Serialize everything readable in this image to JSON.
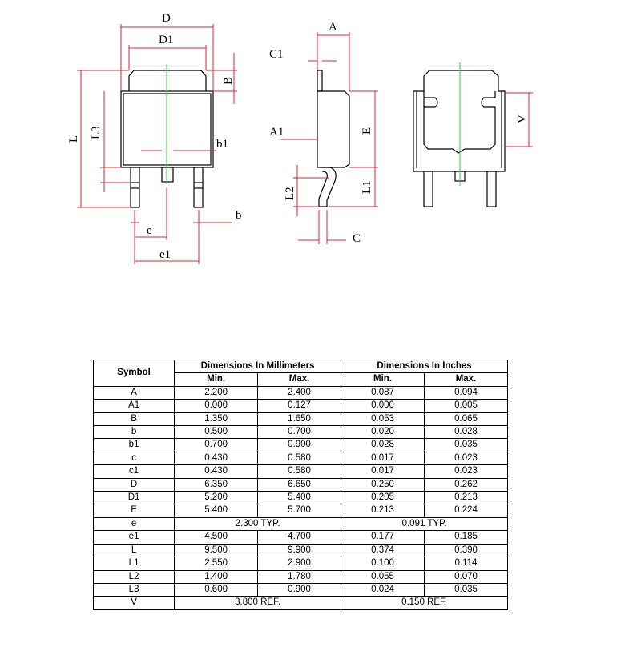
{
  "labels": {
    "D": "D",
    "D1": "D1",
    "B": "B",
    "L": "L",
    "L3": "L3",
    "b1": "b1",
    "b": "b",
    "e": "e",
    "e1": "e1",
    "A": "A",
    "C1": "C1",
    "A1": "A1",
    "E": "E",
    "L1": "L1",
    "L2": "L2",
    "C": "C",
    "V": "V"
  },
  "table": {
    "symbol_header": "Symbol",
    "mm_header": "Dimensions In Millimeters",
    "in_header": "Dimensions In Inches",
    "min_label": "Min.",
    "max_label": "Max.",
    "rows": [
      {
        "symbol": "A",
        "mm_min": "2.200",
        "mm_max": "2.400",
        "in_min": "0.087",
        "in_max": "0.094"
      },
      {
        "symbol": "A1",
        "mm_min": "0.000",
        "mm_max": "0.127",
        "in_min": "0.000",
        "in_max": "0.005"
      },
      {
        "symbol": "B",
        "mm_min": "1.350",
        "mm_max": "1.650",
        "in_min": "0.053",
        "in_max": "0.065"
      },
      {
        "symbol": "b",
        "mm_min": "0.500",
        "mm_max": "0.700",
        "in_min": "0.020",
        "in_max": "0.028"
      },
      {
        "symbol": "b1",
        "mm_min": "0.700",
        "mm_max": "0.900",
        "in_min": "0.028",
        "in_max": "0.035"
      },
      {
        "symbol": "c",
        "mm_min": "0.430",
        "mm_max": "0.580",
        "in_min": "0.017",
        "in_max": "0.023"
      },
      {
        "symbol": "c1",
        "mm_min": "0.430",
        "mm_max": "0.580",
        "in_min": "0.017",
        "in_max": "0.023"
      },
      {
        "symbol": "D",
        "mm_min": "6.350",
        "mm_max": "6.650",
        "in_min": "0.250",
        "in_max": "0.262"
      },
      {
        "symbol": "D1",
        "mm_min": "5.200",
        "mm_max": "5.400",
        "in_min": "0.205",
        "in_max": "0.213"
      },
      {
        "symbol": "E",
        "mm_min": "5.400",
        "mm_max": "5.700",
        "in_min": "0.213",
        "in_max": "0.224"
      },
      {
        "symbol": "e",
        "mm_span": "2.300 TYP.",
        "in_span": "0.091 TYP."
      },
      {
        "symbol": "e1",
        "mm_min": "4.500",
        "mm_max": "4.700",
        "in_min": "0.177",
        "in_max": "0.185"
      },
      {
        "symbol": "L",
        "mm_min": "9.500",
        "mm_max": "9.900",
        "in_min": "0.374",
        "in_max": "0.390"
      },
      {
        "symbol": "L1",
        "mm_min": "2.550",
        "mm_max": "2.900",
        "in_min": "0.100",
        "in_max": "0.114"
      },
      {
        "symbol": "L2",
        "mm_min": "1.400",
        "mm_max": "1.780",
        "in_min": "0.055",
        "in_max": "0.070"
      },
      {
        "symbol": "L3",
        "mm_min": "0.600",
        "mm_max": "0.900",
        "in_min": "0.024",
        "in_max": "0.035"
      },
      {
        "symbol": "V",
        "mm_span": "3.800 REF.",
        "in_span": "0.150 REF."
      }
    ]
  },
  "colors": {
    "outline": "#000000",
    "dimension": "#e0202f",
    "centerline": "#2ecc40"
  }
}
